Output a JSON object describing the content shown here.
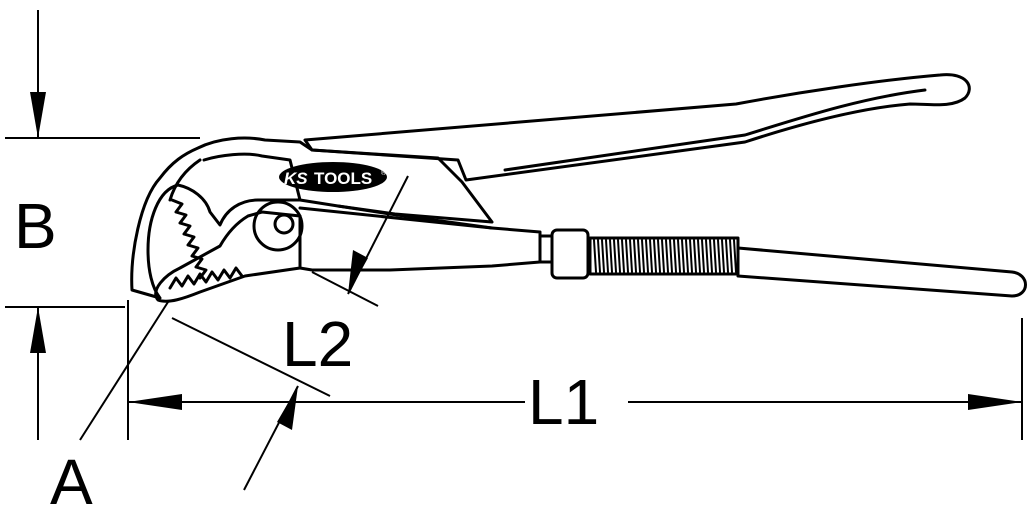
{
  "labels": {
    "B": "B",
    "L2": "L2",
    "L1": "L1",
    "A": "A"
  },
  "logo": {
    "prefix": "KS",
    "suffix": "TOOLS",
    "mark": "®"
  },
  "colors": {
    "line": "#000000",
    "logo_fill": "#000000",
    "logo_text": "#ffffff",
    "background": "#ffffff"
  }
}
